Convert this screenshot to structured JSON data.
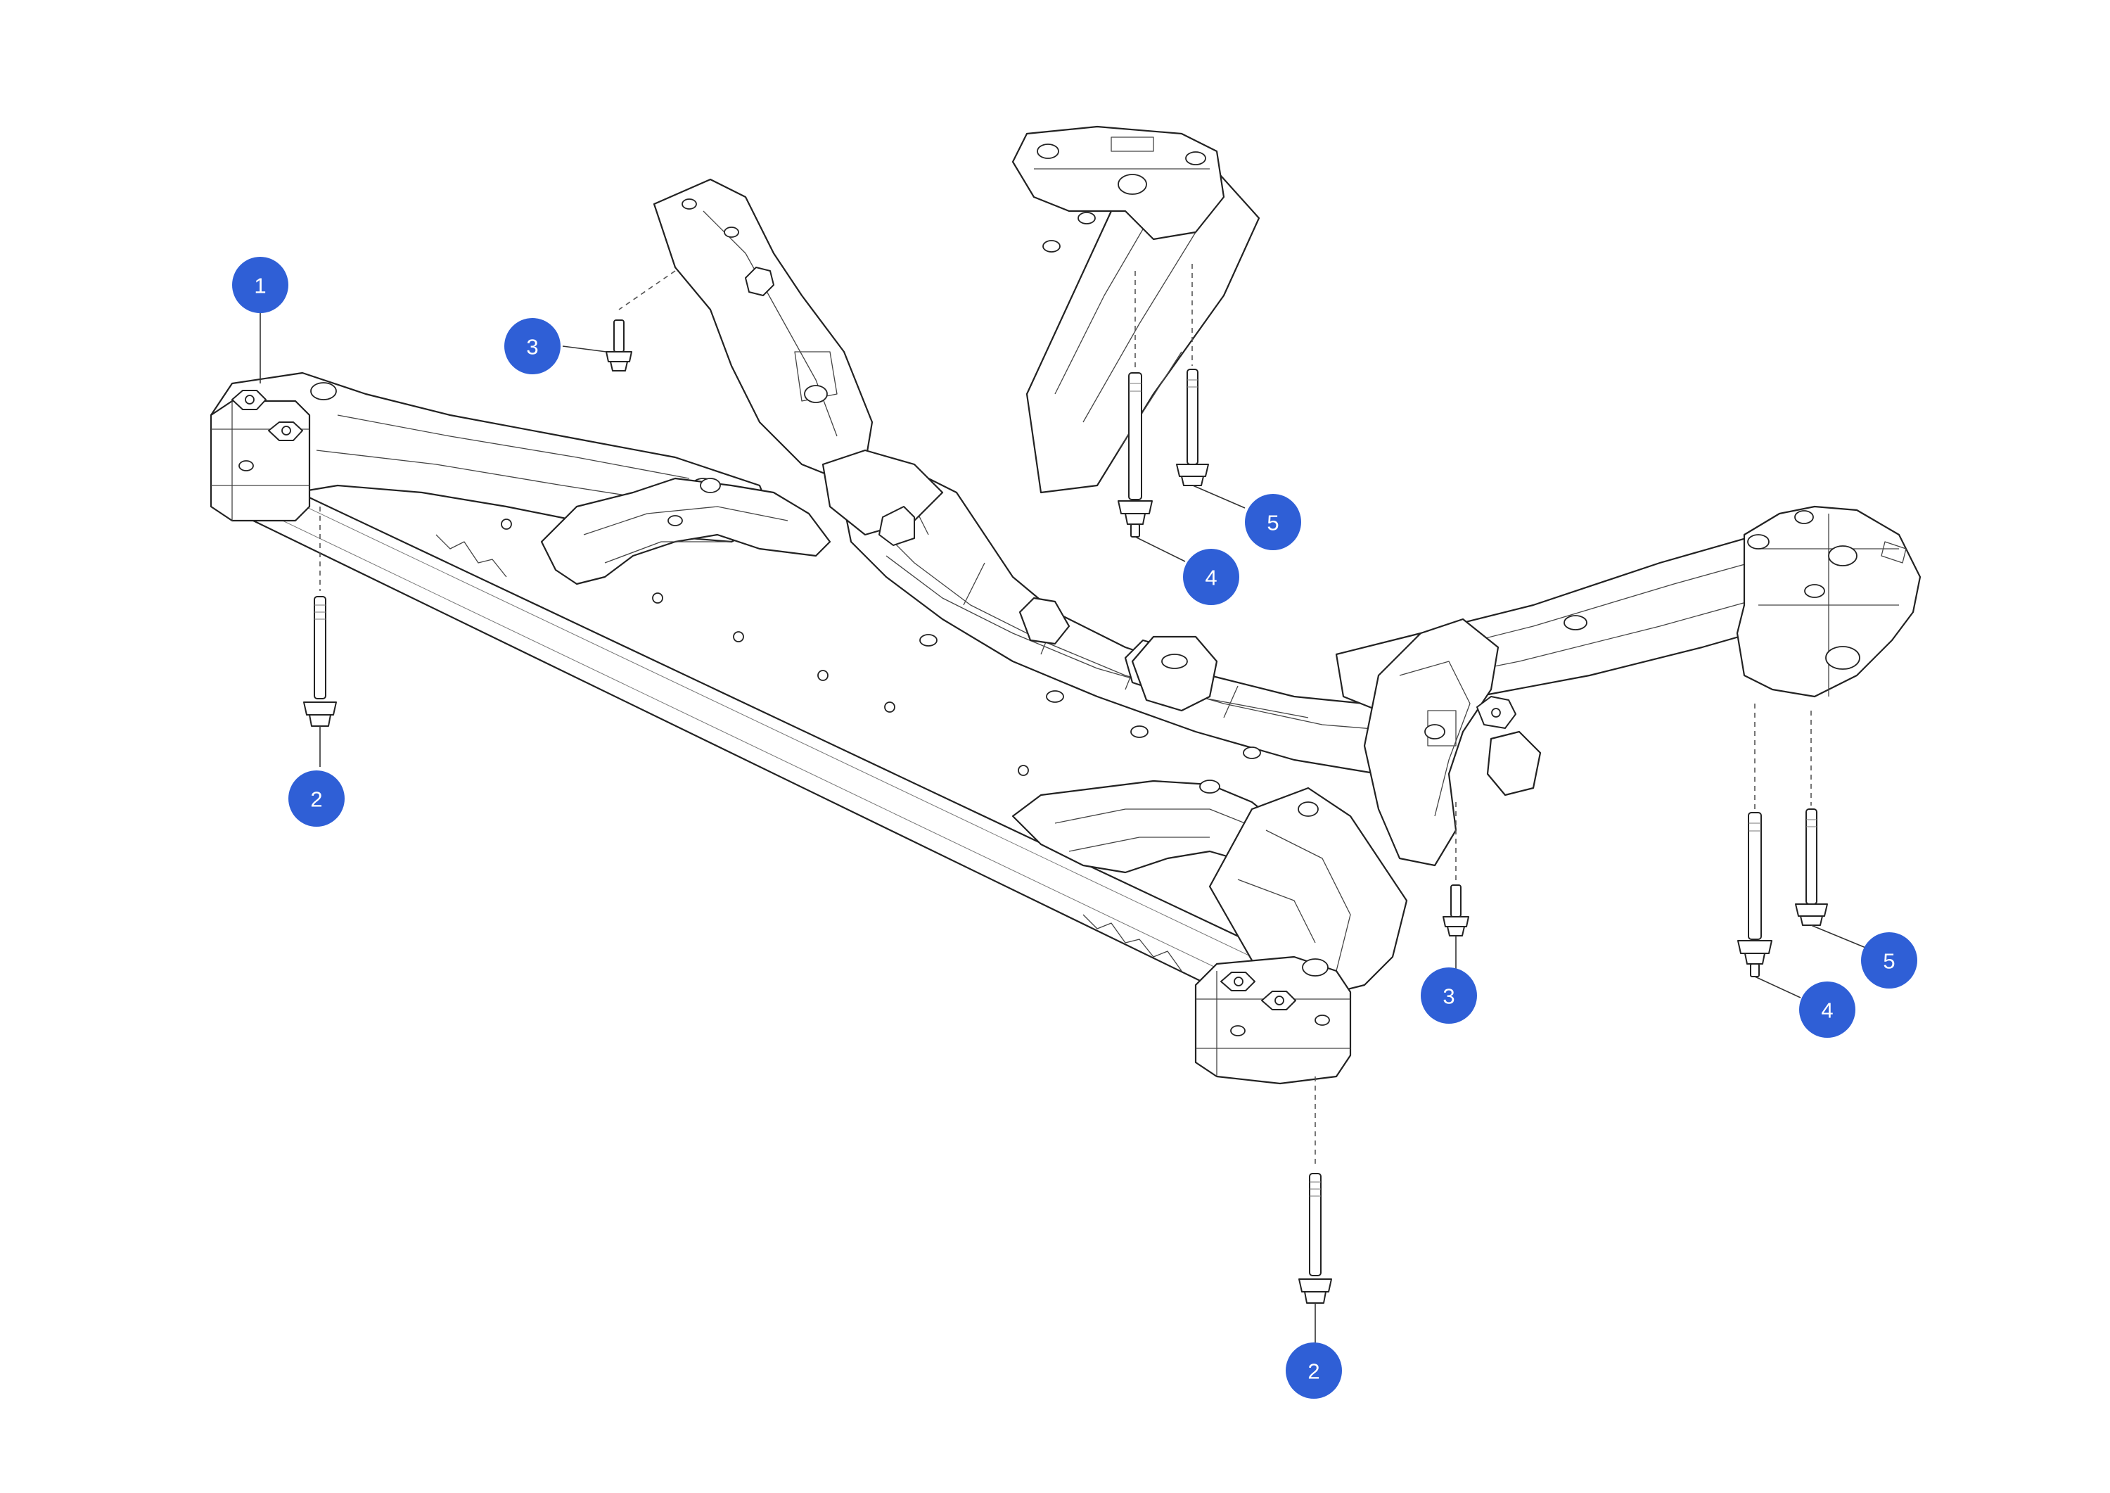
{
  "diagram": {
    "callout_color": "#2f5fd6",
    "line_color": "#222222",
    "callouts": [
      {
        "label": "1"
      },
      {
        "label": "2"
      },
      {
        "label": "2"
      },
      {
        "label": "3"
      },
      {
        "label": "3"
      },
      {
        "label": "4"
      },
      {
        "label": "4"
      },
      {
        "label": "5"
      },
      {
        "label": "5"
      }
    ]
  }
}
